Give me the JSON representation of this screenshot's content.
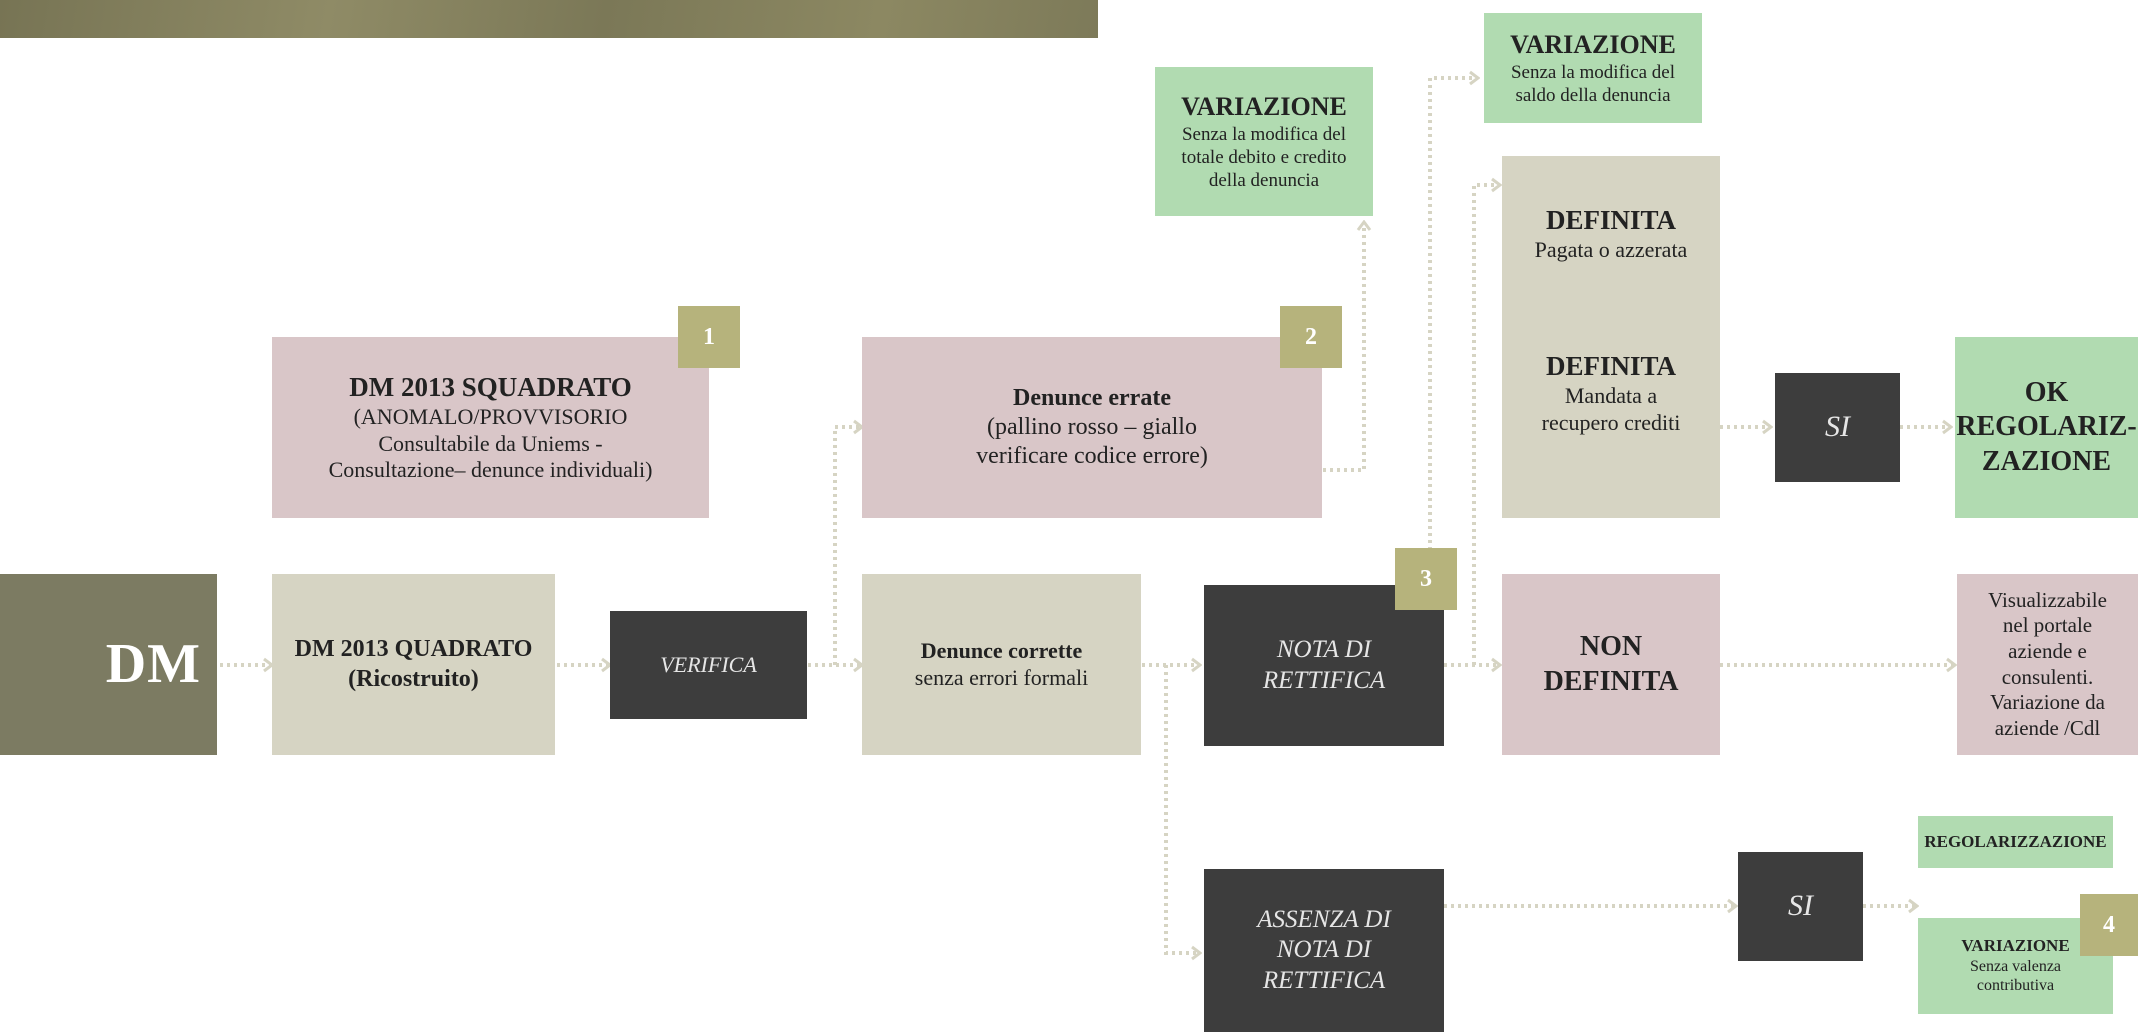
{
  "colors": {
    "pink": "#d9c6c8",
    "beige": "#d6d4c3",
    "green": "#b1dbb1",
    "dark": "#3d3d3d",
    "olive": "#7c7b62",
    "badge": "#b6b37c",
    "connector": "#d6d4c3"
  },
  "nodes": {
    "dm": {
      "label": "DM"
    },
    "quadrato": {
      "title": "DM 2013 QUADRATO",
      "subtitle": "(Ricostruito)"
    },
    "squadrato": {
      "title": "DM 2013 SQUADRATO",
      "line1": "(ANOMALO/PROVVISORIO",
      "line2": "Consultabile  da Uniems -",
      "line3": "Consultazione– denunce individuali)"
    },
    "verifica": {
      "label": "VERIFICA"
    },
    "denunce_errate": {
      "title": "Denunce errate",
      "line1": "(pallino rosso – giallo",
      "line2": "verificare codice errore)"
    },
    "denunce_corrette": {
      "title": "Denunce corrette",
      "subtitle": "senza errori formali"
    },
    "variazione_totale": {
      "title": "VARIAZIONE",
      "line1": "Senza la modifica del",
      "line2": "totale debito e credito",
      "line3": "della denuncia"
    },
    "variazione_saldo": {
      "title": "VARIAZIONE",
      "line1": "Senza la modifica del",
      "line2": "saldo della denuncia"
    },
    "nota_rettifica": {
      "line1": "NOTA DI",
      "line2": "RETTIFICA"
    },
    "assenza_nota": {
      "line1": "ASSENZA DI",
      "line2": "NOTA DI",
      "line3": "RETTIFICA"
    },
    "definita_pagata": {
      "title": "DEFINITA",
      "subtitle": "Pagata o azzerata"
    },
    "definita_mandata": {
      "title": "DEFINITA",
      "line1": "Mandata a",
      "line2": "recupero crediti"
    },
    "non_definita": {
      "line1": "NON",
      "line2": "DEFINITA"
    },
    "si_top": {
      "label": "SI"
    },
    "si_bottom": {
      "label": "SI"
    },
    "ok_regolarizzazione": {
      "line1": "OK",
      "line2": "REGOLARIZ-",
      "line3": "ZAZIONE"
    },
    "visualizzabile": {
      "line1": "Visualizzabile",
      "line2": "nel portale",
      "line3": "aziende e",
      "line4": "consulenti.",
      "line5": "Variazione da",
      "line6": "aziende /Cdl"
    },
    "regolarizzazione": {
      "label": "REGOLARIZZAZIONE"
    },
    "variazione_contributiva": {
      "title": "VARIAZIONE",
      "line1": "Senza valenza",
      "line2": "contributiva"
    }
  },
  "badges": [
    "1",
    "2",
    "3",
    "4"
  ]
}
